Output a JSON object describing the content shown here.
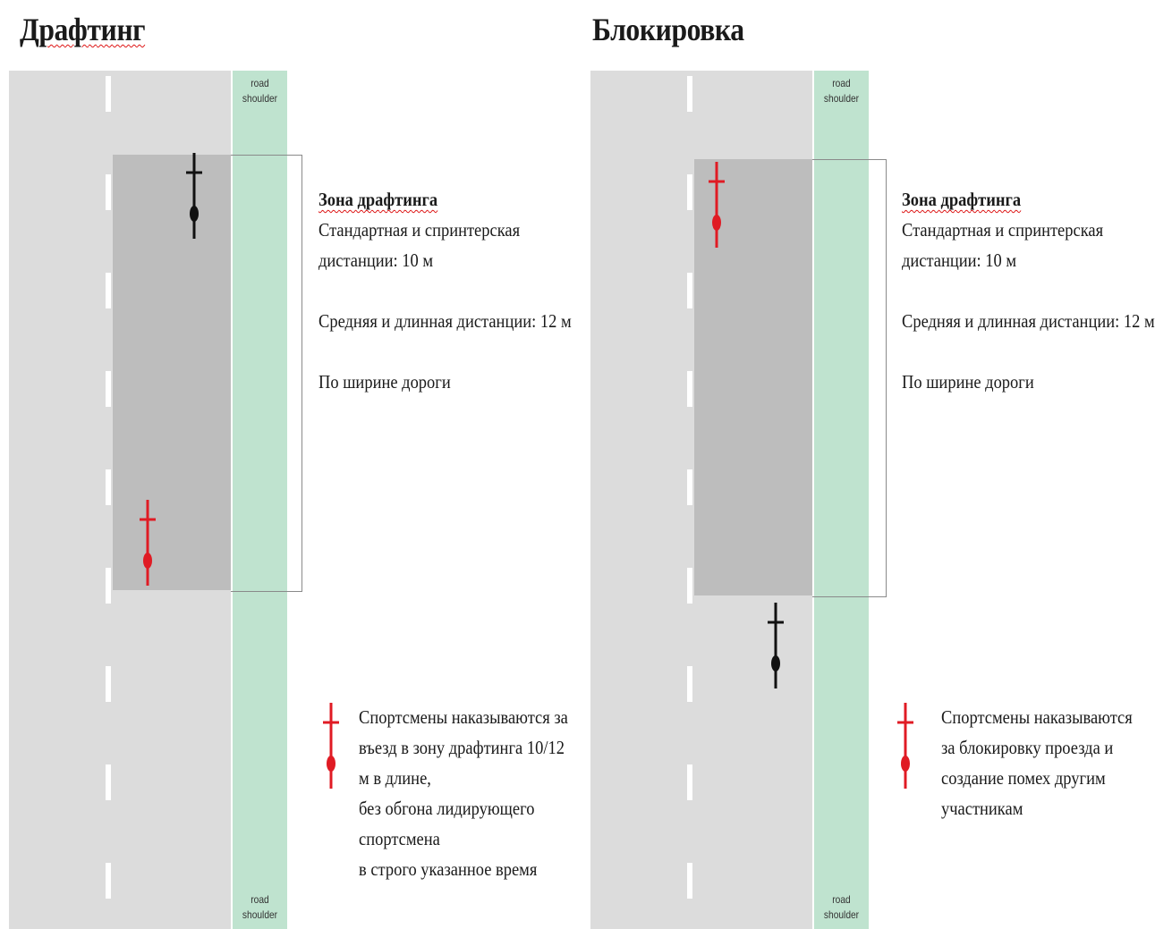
{
  "left_panel": {
    "title": "Драфтинг",
    "shoulder_label_top": "road shoulder",
    "shoulder_label_bottom": "road shoulder",
    "zone_info": {
      "heading": "Зона драфтинга",
      "line1": "Стандартная и спринтерская",
      "line2": "дистанции: 10 м",
      "line3": "Средняя и длинная дистанции: 12 м",
      "line4": "По ширине дороги"
    },
    "legend_icon": "red-cyclist-icon",
    "legend_lines": [
      "Спортсмены наказываются за",
      "въезд в зону драфтинга 10/12",
      "м в длине,",
      "без обгона лидирующего",
      "спортсмена",
      "в строго указанное время"
    ],
    "cyclists": [
      {
        "icon": "black-cyclist-icon",
        "role": "leading"
      },
      {
        "icon": "red-cyclist-icon",
        "role": "penalized"
      }
    ]
  },
  "right_panel": {
    "title": "Блокировка",
    "shoulder_label_top": "road shoulder",
    "shoulder_label_bottom": "road shoulder",
    "zone_info": {
      "heading": "Зона драфтинга",
      "line1": "Стандартная и спринтерская",
      "line2": "дистанции: 10 м",
      "line3": "Средняя и длинная дистанции: 12 м",
      "line4": "По ширине дороги"
    },
    "legend_icon": "red-cyclist-icon",
    "legend_lines": [
      "Спортсмены наказываются",
      "за блокировку проезда и",
      "создание помех другим",
      "участникам"
    ],
    "cyclists": [
      {
        "icon": "red-cyclist-icon",
        "role": "penalized"
      },
      {
        "icon": "black-cyclist-icon",
        "role": "following"
      }
    ]
  },
  "colors": {
    "road": "#dcdcdc",
    "zone": "#bdbdbd",
    "shoulder": "#bfe3cf",
    "penalized": "#e01b24",
    "neutral": "#111111"
  }
}
